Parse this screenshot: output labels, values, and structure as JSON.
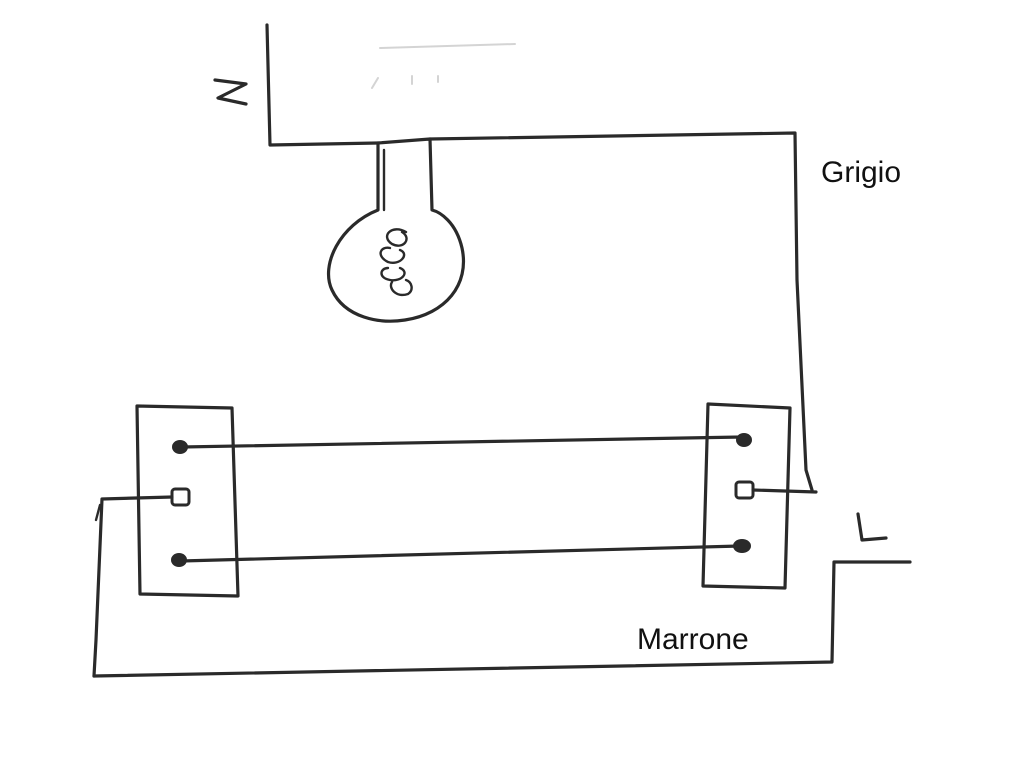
{
  "labels": {
    "neutral": "N",
    "live": "L",
    "grey_wire": "Grigio",
    "brown_wire": "Marrone"
  },
  "colors": {
    "ink": "#2a2a2a",
    "background": "#ffffff"
  },
  "components": {
    "lamp": "light-bulb",
    "switch_left": "two-way-switch",
    "switch_right": "two-way-switch"
  }
}
